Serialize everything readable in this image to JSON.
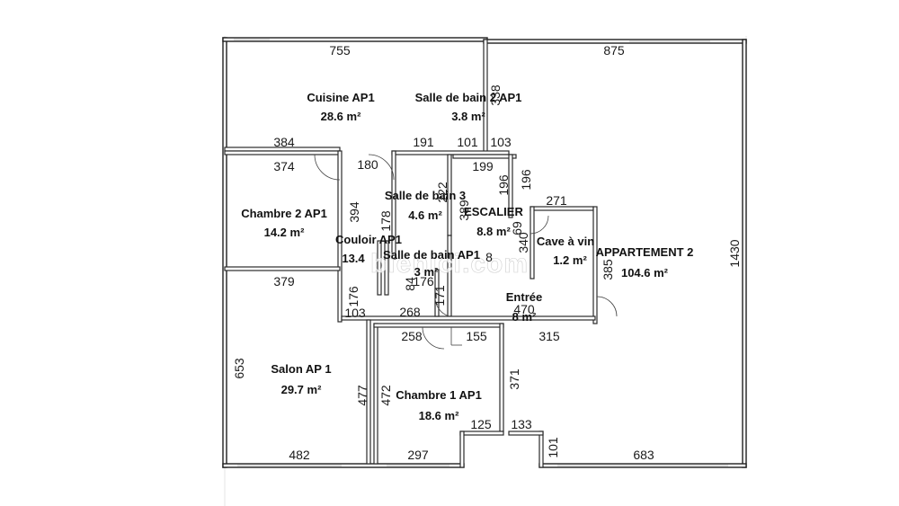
{
  "rooms": {
    "cuisine": {
      "name": "Cuisine AP1",
      "area": "28.6 m²"
    },
    "sdb2": {
      "name": "Salle de bain 2 AP1",
      "area": "3.8 m²"
    },
    "chambre2": {
      "name": "Chambre 2 AP1",
      "area": "14.2 m²"
    },
    "sdb3": {
      "name": "Salle de bain 3",
      "area": "4.6 m²"
    },
    "escalier": {
      "name": "ESCALIER",
      "area": "8.8 m²"
    },
    "cave": {
      "name": "Cave à vin",
      "area": "1.2 m²"
    },
    "appart2": {
      "name": "APPARTEMENT 2",
      "area": "104.6 m²"
    },
    "couloir": {
      "name": "Couloir AP1",
      "area": "13.4"
    },
    "sdb1": {
      "name": "Salle de bain AP1",
      "area": "3 m²"
    },
    "entree": {
      "name": "Entrée",
      "area": "8 m²"
    },
    "salon": {
      "name": "Salon AP 1",
      "area": "29.7 m²"
    },
    "chambre1": {
      "name": "Chambre 1 AP1",
      "area": "18.6 m²"
    }
  },
  "dims": {
    "d755": "755",
    "d875": "875",
    "d338": "338",
    "d384": "384",
    "d191": "191",
    "d101": "101",
    "d103": "103",
    "d374": "374",
    "d180": "180",
    "d199": "199",
    "d196a": "196",
    "d196b": "196",
    "d394": "394",
    "d178": "178",
    "d222": "222",
    "d389": "389",
    "d271": "271",
    "d69": "69",
    "d340": "340",
    "d1430": "1430",
    "d8": "8",
    "d84": "84",
    "d176a": "176",
    "d171": "171",
    "d385": "385",
    "d379": "379",
    "d176b": "176",
    "d103b": "103",
    "d268": "268",
    "d470": "470",
    "d258": "258",
    "d155": "155",
    "d315": "315",
    "d653": "653",
    "d477": "477",
    "d472": "472",
    "d371": "371",
    "d125": "125",
    "d133": "133",
    "d101b": "101",
    "d482": "482",
    "d297": "297",
    "d683": "683"
  },
  "watermark": "bienici.com"
}
